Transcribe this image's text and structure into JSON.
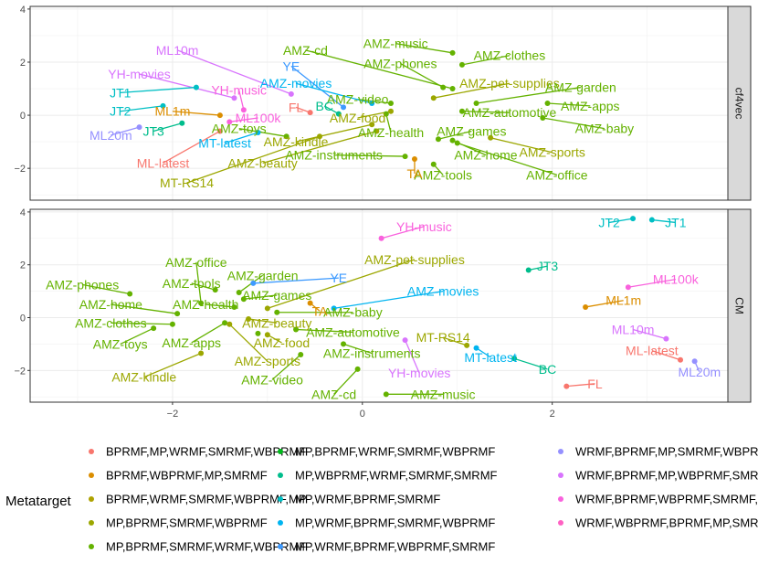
{
  "chart_data": {
    "type": "scatter",
    "x_ticks": [
      -2,
      0,
      2
    ],
    "y_ticks": [
      -2,
      0,
      2,
      4
    ],
    "xlim": [
      -3.5,
      3.85
    ],
    "ylim": [
      -3.2,
      4.1
    ],
    "grid": true,
    "legend": {
      "position": "bottom",
      "title": "Metatarget",
      "entries": [
        {
          "label": "BPRMF,MP,WRMF,SMRMF,WBPRMF",
          "color": "#F8766D"
        },
        {
          "label": "BPRMF,WBPRMF,MP,SMRMF",
          "color": "#DB8E00"
        },
        {
          "label": "BPRMF,WRMF,SMRMF,WBPRMF,MP",
          "color": "#AEA200"
        },
        {
          "label": "MP,BPRMF,SMRMF,WBPRMF",
          "color": "#9CA700"
        },
        {
          "label": "MP,BPRMF,SMRMF,WRMF,WBPRMF",
          "color": "#64B200"
        },
        {
          "label": "MP,BPRMF,WRMF,SMRMF,WBPRMF",
          "color": "#00B81B"
        },
        {
          "label": "MP,WBPRMF,WRMF,SMRMF,SMRMF",
          "color": "#00BD8C"
        },
        {
          "label": "MP,WRMF,BPRMF,SMRMF",
          "color": "#00BFC4"
        },
        {
          "label": "MP,WRMF,BPRMF,SMRMF,WBPRMF",
          "color": "#00B4F0"
        },
        {
          "label": "MP,WRMF,BPRMF,WBPRMF,SMRMF",
          "color": "#3D9AFF"
        },
        {
          "label": "WRMF,BPRMF,MP,SMRMF,WBPRMF",
          "color": "#9590FF"
        },
        {
          "label": "WRMF,BPRMF,MP,WBPRMF,SMRMF",
          "color": "#D874FD"
        },
        {
          "label": "WRMF,BPRMF,WBPRMF,SMRMF,MP",
          "color": "#F962DD"
        },
        {
          "label": "WRMF,WBPRMF,BPRMF,MP,SMRMF",
          "color": "#FF61C3"
        }
      ]
    },
    "panels": [
      {
        "strip": "cf4vec",
        "points": [
          {
            "label": "AMZ-cd",
            "x": 0.95,
            "y": 1.0,
            "lx": -0.6,
            "ly": 2.45,
            "c": 4
          },
          {
            "label": "AMZ-music",
            "x": 0.95,
            "y": 2.35,
            "lx": 0.35,
            "ly": 2.7,
            "c": 4
          },
          {
            "label": "AMZ-clothes",
            "x": 1.05,
            "y": 1.9,
            "lx": 1.55,
            "ly": 2.25,
            "c": 4
          },
          {
            "label": "AMZ-phones",
            "x": 0.85,
            "y": 1.05,
            "lx": 0.4,
            "ly": 1.95,
            "c": 4
          },
          {
            "label": "AMZ-pet-supplies",
            "x": 0.75,
            "y": 0.65,
            "lx": 1.55,
            "ly": 1.2,
            "c": 3
          },
          {
            "label": "AMZ-garden",
            "x": 1.2,
            "y": 0.45,
            "lx": 2.3,
            "ly": 1.05,
            "c": 4
          },
          {
            "label": "AMZ-apps",
            "x": 1.95,
            "y": 0.45,
            "lx": 2.4,
            "ly": 0.35,
            "c": 4
          },
          {
            "label": "AMZ-automotive",
            "x": 1.05,
            "y": 0.15,
            "lx": 1.55,
            "ly": 0.1,
            "c": 4
          },
          {
            "label": "AMZ-baby",
            "x": 1.9,
            "y": -0.1,
            "lx": 2.55,
            "ly": -0.5,
            "c": 4
          },
          {
            "label": "AMZ-video",
            "x": 0.3,
            "y": 0.45,
            "lx": -0.05,
            "ly": 0.6,
            "c": 4
          },
          {
            "label": "AMZ-food",
            "x": 0.3,
            "y": 0.15,
            "lx": -0.05,
            "ly": -0.1,
            "c": 3
          },
          {
            "label": "AMZ-games",
            "x": 0.8,
            "y": -0.9,
            "lx": 1.15,
            "ly": -0.6,
            "c": 4
          },
          {
            "label": "AMZ-health",
            "x": 0.25,
            "y": 0.05,
            "lx": 0.3,
            "ly": -0.65,
            "c": 4
          },
          {
            "label": "AMZ-sports",
            "x": 1.35,
            "y": -0.85,
            "lx": 2.0,
            "ly": -1.4,
            "c": 3
          },
          {
            "label": "AMZ-home",
            "x": 0.95,
            "y": -0.95,
            "lx": 1.3,
            "ly": -1.5,
            "c": 4
          },
          {
            "label": "AMZ-office",
            "x": 1.0,
            "y": -1.05,
            "lx": 2.05,
            "ly": -2.25,
            "c": 4
          },
          {
            "label": "AMZ-instruments",
            "x": 0.45,
            "y": -1.55,
            "lx": -0.3,
            "ly": -1.5,
            "c": 4
          },
          {
            "label": "AMZ-tools",
            "x": 0.75,
            "y": -1.85,
            "lx": 0.85,
            "ly": -2.25,
            "c": 4
          },
          {
            "label": "AMZ-kindle",
            "x": 0.1,
            "y": -0.35,
            "lx": -0.7,
            "ly": -1.0,
            "c": 3
          },
          {
            "label": "AMZ-beauty",
            "x": 0.15,
            "y": -0.6,
            "lx": -1.05,
            "ly": -1.8,
            "c": 3
          },
          {
            "label": "MT-RS14",
            "x": -0.45,
            "y": -0.8,
            "lx": -1.85,
            "ly": -2.55,
            "c": 3
          },
          {
            "label": "TA",
            "x": 0.55,
            "y": -1.65,
            "lx": 0.55,
            "ly": -2.2,
            "c": 1
          },
          {
            "label": "AMZ-toys",
            "x": -0.8,
            "y": -0.8,
            "lx": -1.3,
            "ly": -0.5,
            "c": 4
          },
          {
            "label": "ML10m",
            "x": -0.75,
            "y": 0.8,
            "lx": -1.95,
            "ly": 2.45,
            "c": 11
          },
          {
            "label": "YE",
            "x": -0.2,
            "y": 0.3,
            "lx": -0.75,
            "ly": 1.85,
            "c": 9
          },
          {
            "label": "AMZ-movies",
            "x": 0.1,
            "y": 0.45,
            "lx": -0.7,
            "ly": 1.2,
            "c": 8
          },
          {
            "label": "BC",
            "x": -0.25,
            "y": 0.05,
            "lx": -0.4,
            "ly": 0.35,
            "c": 6
          },
          {
            "label": "FL",
            "x": -0.55,
            "y": 0.1,
            "lx": -0.7,
            "ly": 0.3,
            "c": 0
          },
          {
            "label": "YH-movies",
            "x": -1.35,
            "y": 0.65,
            "lx": -2.35,
            "ly": 1.55,
            "c": 11
          },
          {
            "label": "YH-music",
            "x": -1.25,
            "y": 0.2,
            "lx": -1.3,
            "ly": 0.95,
            "c": 12
          },
          {
            "label": "JT1",
            "x": -1.75,
            "y": 1.05,
            "lx": -2.55,
            "ly": 0.85,
            "c": 7
          },
          {
            "label": "JT2",
            "x": -2.1,
            "y": 0.35,
            "lx": -2.55,
            "ly": 0.15,
            "c": 7
          },
          {
            "label": "ML1m",
            "x": -1.5,
            "y": 0.0,
            "lx": -2.0,
            "ly": 0.15,
            "c": 1
          },
          {
            "label": "ML100k",
            "x": -1.4,
            "y": -0.25,
            "lx": -1.1,
            "ly": -0.1,
            "c": 12
          },
          {
            "label": "JT3",
            "x": -1.9,
            "y": -0.3,
            "lx": -2.2,
            "ly": -0.6,
            "c": 6
          },
          {
            "label": "ML20m",
            "x": -2.35,
            "y": -0.45,
            "lx": -2.65,
            "ly": -0.75,
            "c": 10
          },
          {
            "label": "MT-latest",
            "x": -1.1,
            "y": -0.65,
            "lx": -1.45,
            "ly": -1.05,
            "c": 8
          },
          {
            "label": "ML-latest",
            "x": -1.5,
            "y": -0.6,
            "lx": -2.1,
            "ly": -1.8,
            "c": 0
          }
        ]
      },
      {
        "strip": "CM",
        "points": [
          {
            "label": "YH-music",
            "x": 0.2,
            "y": 3.0,
            "lx": 0.65,
            "ly": 3.45,
            "c": 12
          },
          {
            "label": "JT2",
            "x": 2.85,
            "y": 3.75,
            "lx": 2.6,
            "ly": 3.6,
            "c": 7
          },
          {
            "label": "JT1",
            "x": 3.05,
            "y": 3.7,
            "lx": 3.3,
            "ly": 3.6,
            "c": 7
          },
          {
            "label": "JT3",
            "x": 1.75,
            "y": 1.8,
            "lx": 1.95,
            "ly": 1.95,
            "c": 6
          },
          {
            "label": "ML100k",
            "x": 2.8,
            "y": 1.15,
            "lx": 3.3,
            "ly": 1.45,
            "c": 12
          },
          {
            "label": "ML1m",
            "x": 2.35,
            "y": 0.4,
            "lx": 2.75,
            "ly": 0.65,
            "c": 1
          },
          {
            "label": "ML10m",
            "x": 3.2,
            "y": -0.8,
            "lx": 2.85,
            "ly": -0.45,
            "c": 11
          },
          {
            "label": "ML-latest",
            "x": 3.35,
            "y": -1.6,
            "lx": 3.05,
            "ly": -1.25,
            "c": 0
          },
          {
            "label": "ML20m",
            "x": 3.5,
            "y": -1.65,
            "lx": 3.55,
            "ly": -2.05,
            "c": 10
          },
          {
            "label": "FL",
            "x": 2.15,
            "y": -2.6,
            "lx": 2.45,
            "ly": -2.5,
            "c": 0
          },
          {
            "label": "BC",
            "x": 1.6,
            "y": -1.55,
            "lx": 1.95,
            "ly": -1.95,
            "c": 6
          },
          {
            "label": "MT-latest",
            "x": 1.2,
            "y": -1.15,
            "lx": 1.35,
            "ly": -1.5,
            "c": 8
          },
          {
            "label": "MT-RS14",
            "x": 1.1,
            "y": -1.05,
            "lx": 0.85,
            "ly": -0.75,
            "c": 3
          },
          {
            "label": "YH-movies",
            "x": 0.45,
            "y": -0.85,
            "lx": 0.6,
            "ly": -2.1,
            "c": 11
          },
          {
            "label": "AMZ-cd",
            "x": -0.05,
            "y": -1.95,
            "lx": -0.3,
            "ly": -2.9,
            "c": 4
          },
          {
            "label": "AMZ-music",
            "x": 0.25,
            "y": -2.9,
            "lx": 0.85,
            "ly": -2.9,
            "c": 4
          },
          {
            "label": "AMZ-video",
            "x": -0.65,
            "y": -1.4,
            "lx": -0.95,
            "ly": -2.35,
            "c": 4
          },
          {
            "label": "AMZ-instruments",
            "x": -0.2,
            "y": -1.0,
            "lx": 0.1,
            "ly": -1.35,
            "c": 4
          },
          {
            "label": "AMZ-automotive",
            "x": -0.7,
            "y": -0.45,
            "lx": -0.1,
            "ly": -0.55,
            "c": 4
          },
          {
            "label": "AMZ-food",
            "x": -1.0,
            "y": -0.65,
            "lx": -0.85,
            "ly": -0.95,
            "c": 3
          },
          {
            "label": "AMZ-baby",
            "x": -0.9,
            "y": 0.2,
            "lx": -0.1,
            "ly": 0.2,
            "c": 4
          },
          {
            "label": "AMZ-movies",
            "x": -0.3,
            "y": 0.35,
            "lx": 0.85,
            "ly": 1.0,
            "c": 8
          },
          {
            "label": "TA",
            "x": -0.55,
            "y": 0.55,
            "lx": -0.45,
            "ly": 0.25,
            "c": 1
          },
          {
            "label": "YE",
            "x": -1.15,
            "y": 1.3,
            "lx": -0.25,
            "ly": 1.5,
            "c": 9
          },
          {
            "label": "AMZ-garden",
            "x": -1.3,
            "y": 0.95,
            "lx": -1.05,
            "ly": 1.6,
            "c": 4
          },
          {
            "label": "AMZ-pet-supplies",
            "x": -1.0,
            "y": 0.35,
            "lx": 0.55,
            "ly": 2.2,
            "c": 3
          },
          {
            "label": "AMZ-games",
            "x": -1.25,
            "y": 0.7,
            "lx": -0.9,
            "ly": 0.85,
            "c": 4
          },
          {
            "label": "AMZ-beauty",
            "x": -1.2,
            "y": -0.05,
            "lx": -0.9,
            "ly": -0.2,
            "c": 3
          },
          {
            "label": "AMZ-health",
            "x": -1.35,
            "y": 0.4,
            "lx": -1.65,
            "ly": 0.5,
            "c": 4
          },
          {
            "label": "AMZ-office",
            "x": -1.7,
            "y": 0.55,
            "lx": -1.75,
            "ly": 2.1,
            "c": 4
          },
          {
            "label": "AMZ-tools",
            "x": -1.55,
            "y": 1.05,
            "lx": -1.8,
            "ly": 1.3,
            "c": 4
          },
          {
            "label": "AMZ-phones",
            "x": -2.45,
            "y": 0.9,
            "lx": -2.95,
            "ly": 1.25,
            "c": 4
          },
          {
            "label": "AMZ-home",
            "x": -1.95,
            "y": 0.15,
            "lx": -2.65,
            "ly": 0.5,
            "c": 4
          },
          {
            "label": "AMZ-clothes",
            "x": -2.0,
            "y": -0.25,
            "lx": -2.65,
            "ly": -0.2,
            "c": 4
          },
          {
            "label": "AMZ-toys",
            "x": -2.2,
            "y": -0.4,
            "lx": -2.55,
            "ly": -1.0,
            "c": 4
          },
          {
            "label": "AMZ-apps",
            "x": -1.45,
            "y": -0.2,
            "lx": -1.8,
            "ly": -0.95,
            "c": 4
          },
          {
            "label": "AMZ-sports",
            "x": -1.4,
            "y": -0.25,
            "lx": -1.0,
            "ly": -1.65,
            "c": 3
          },
          {
            "label": "AMZ-kindle",
            "x": -1.7,
            "y": -1.35,
            "lx": -2.3,
            "ly": -2.25,
            "c": 3
          },
          {
            "label": "AMZ-food",
            "x": -1.1,
            "y": -0.6,
            "lx": -1.1,
            "ly": -0.6,
            "c": 4,
            "hide_label": true
          }
        ]
      }
    ]
  }
}
